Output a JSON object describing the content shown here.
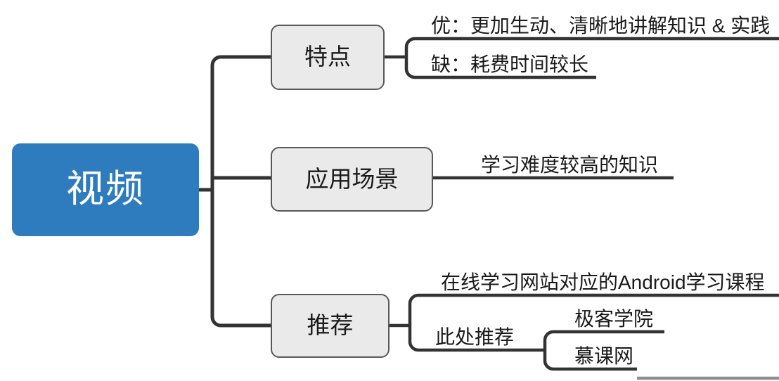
{
  "diagram": {
    "type": "mind-map",
    "title_node": "视频",
    "colors": {
      "root_fill": "#2E7CBE",
      "root_text": "#FFFFFF",
      "branch_fill": "#EAEAEA",
      "branch_border": "#595959",
      "connector": "#333333",
      "text": "#1A1A1A",
      "background": "#FFFFFF"
    },
    "root": {
      "label": "视频"
    },
    "branches": [
      {
        "label": "特点",
        "children": [
          {
            "label": "优：更加生动、清晰地讲解知识 & 实践"
          },
          {
            "label": "缺：耗费时间较长"
          }
        ]
      },
      {
        "label": "应用场景",
        "children": [
          {
            "label": "学习难度较高的知识"
          }
        ]
      },
      {
        "label": "推荐",
        "children": [
          {
            "label": "在线学习网站对应的Android学习课程"
          },
          {
            "label": "此处推荐",
            "children": [
              {
                "label": "极客学院"
              },
              {
                "label": "慕课网"
              }
            ]
          }
        ]
      }
    ]
  }
}
